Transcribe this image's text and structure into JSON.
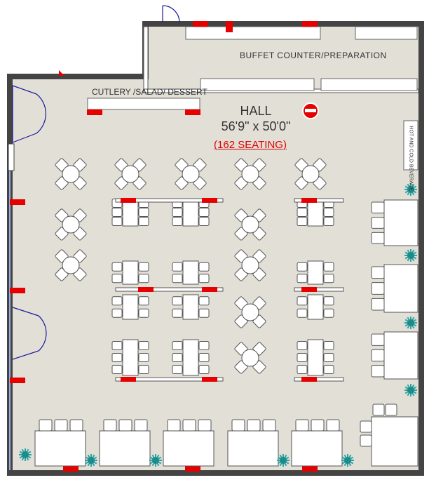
{
  "labels": {
    "buffet": "BUFFET COUNTER/PREPARATION",
    "cutlery": "CUTLERY /SALAD/ DESSERT",
    "hall_title": "HALL",
    "hall_dims": "56'9\" x 50'0\"",
    "hall_seating": "(162 SEATING)",
    "beverage": "HOT AND COLD BEVERAGE"
  },
  "colors": {
    "floor": "#e2dfd6",
    "wall": "#ffffff",
    "wall_outline": "#444444",
    "column": "#e60000",
    "door": "#1a1aa0",
    "plant": "#2aa6a6",
    "furniture_stroke": "#555555"
  },
  "legend_icons": [
    "round-table-with-4-chairs-icon",
    "rectangular-table-icon",
    "sofa-booth-icon",
    "plant-icon",
    "door-icon",
    "column-icon",
    "no-entry-sign-icon"
  ]
}
